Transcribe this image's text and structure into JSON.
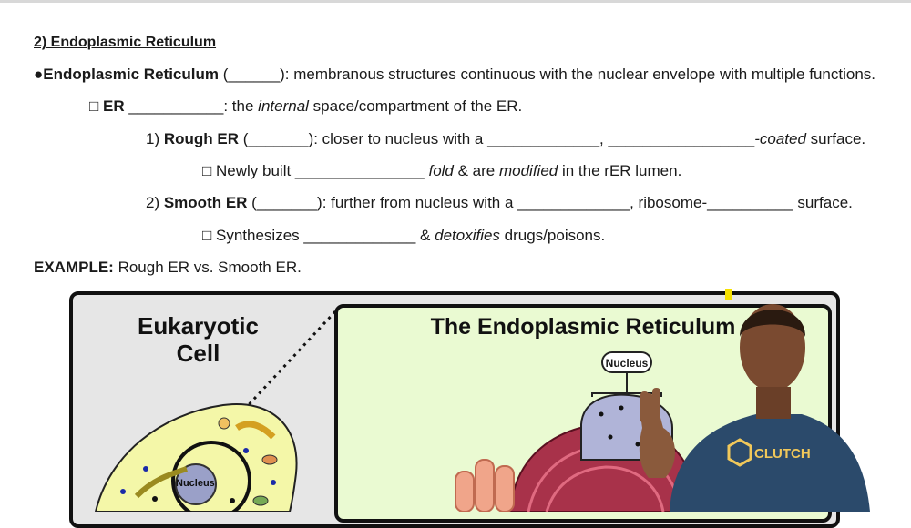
{
  "notes": {
    "title": "2) Endoplasmic Reticulum",
    "line1": {
      "bullet": "●",
      "term": "Endoplasmic Reticulum",
      "blank_open": " (______)",
      "text": ": membranous structures continuous with the nuclear envelope with multiple functions."
    },
    "line2": {
      "box": "□ ",
      "term": "ER",
      "blank": " ___________",
      "text_a": ": the ",
      "emph": "internal",
      "text_b": " space/compartment of the ER."
    },
    "line3": {
      "num": "1) ",
      "term": "Rough ER",
      "blank_a": " (_______)",
      "text_a": ": closer to nucleus with a ",
      "blank_b": "_____________",
      "comma": ", ",
      "blank_c": "_________________",
      "emph": "-coated",
      "text_b": " surface."
    },
    "line4": {
      "box": "□ ",
      "text_a": "Newly built ",
      "blank": "_______________",
      "emph_a": " fold",
      "text_b": " & are ",
      "emph_b": "modified",
      "text_c": " in the rER lumen."
    },
    "line5": {
      "num": "2) ",
      "term": "Smooth ER",
      "blank_a": " (_______)",
      "text_a": ": further from nucleus with a ",
      "blank_b": "_____________",
      "text_b": ", ribosome-",
      "blank_c": "__________",
      "text_c": " surface."
    },
    "line6": {
      "box": "□ ",
      "text_a": "Synthesizes ",
      "blank": "_____________",
      "text_b": " & ",
      "emph": "detoxifies",
      "text_c": " drugs/poisons."
    },
    "example": {
      "label": "EXAMPLE:",
      "text": " Rough ER vs. Smooth ER."
    }
  },
  "figure": {
    "left_title_1": "Eukaryotic",
    "left_title_2": "Cell",
    "right_title": "The Endoplasmic Reticulum",
    "nucleus_pill": "Nucleus",
    "cell_nucleus_label": "Nucleus"
  },
  "presenter": {
    "shirt_logo": "CLUTCH"
  },
  "colors": {
    "panel_bg": "#e6e6e6",
    "inner_bg": "#eafad2",
    "cell_fill": "#f4f7a8",
    "rough_er": "#a8324a",
    "smooth_er": "#f0a58a",
    "shirt": "#2b4a6b"
  }
}
